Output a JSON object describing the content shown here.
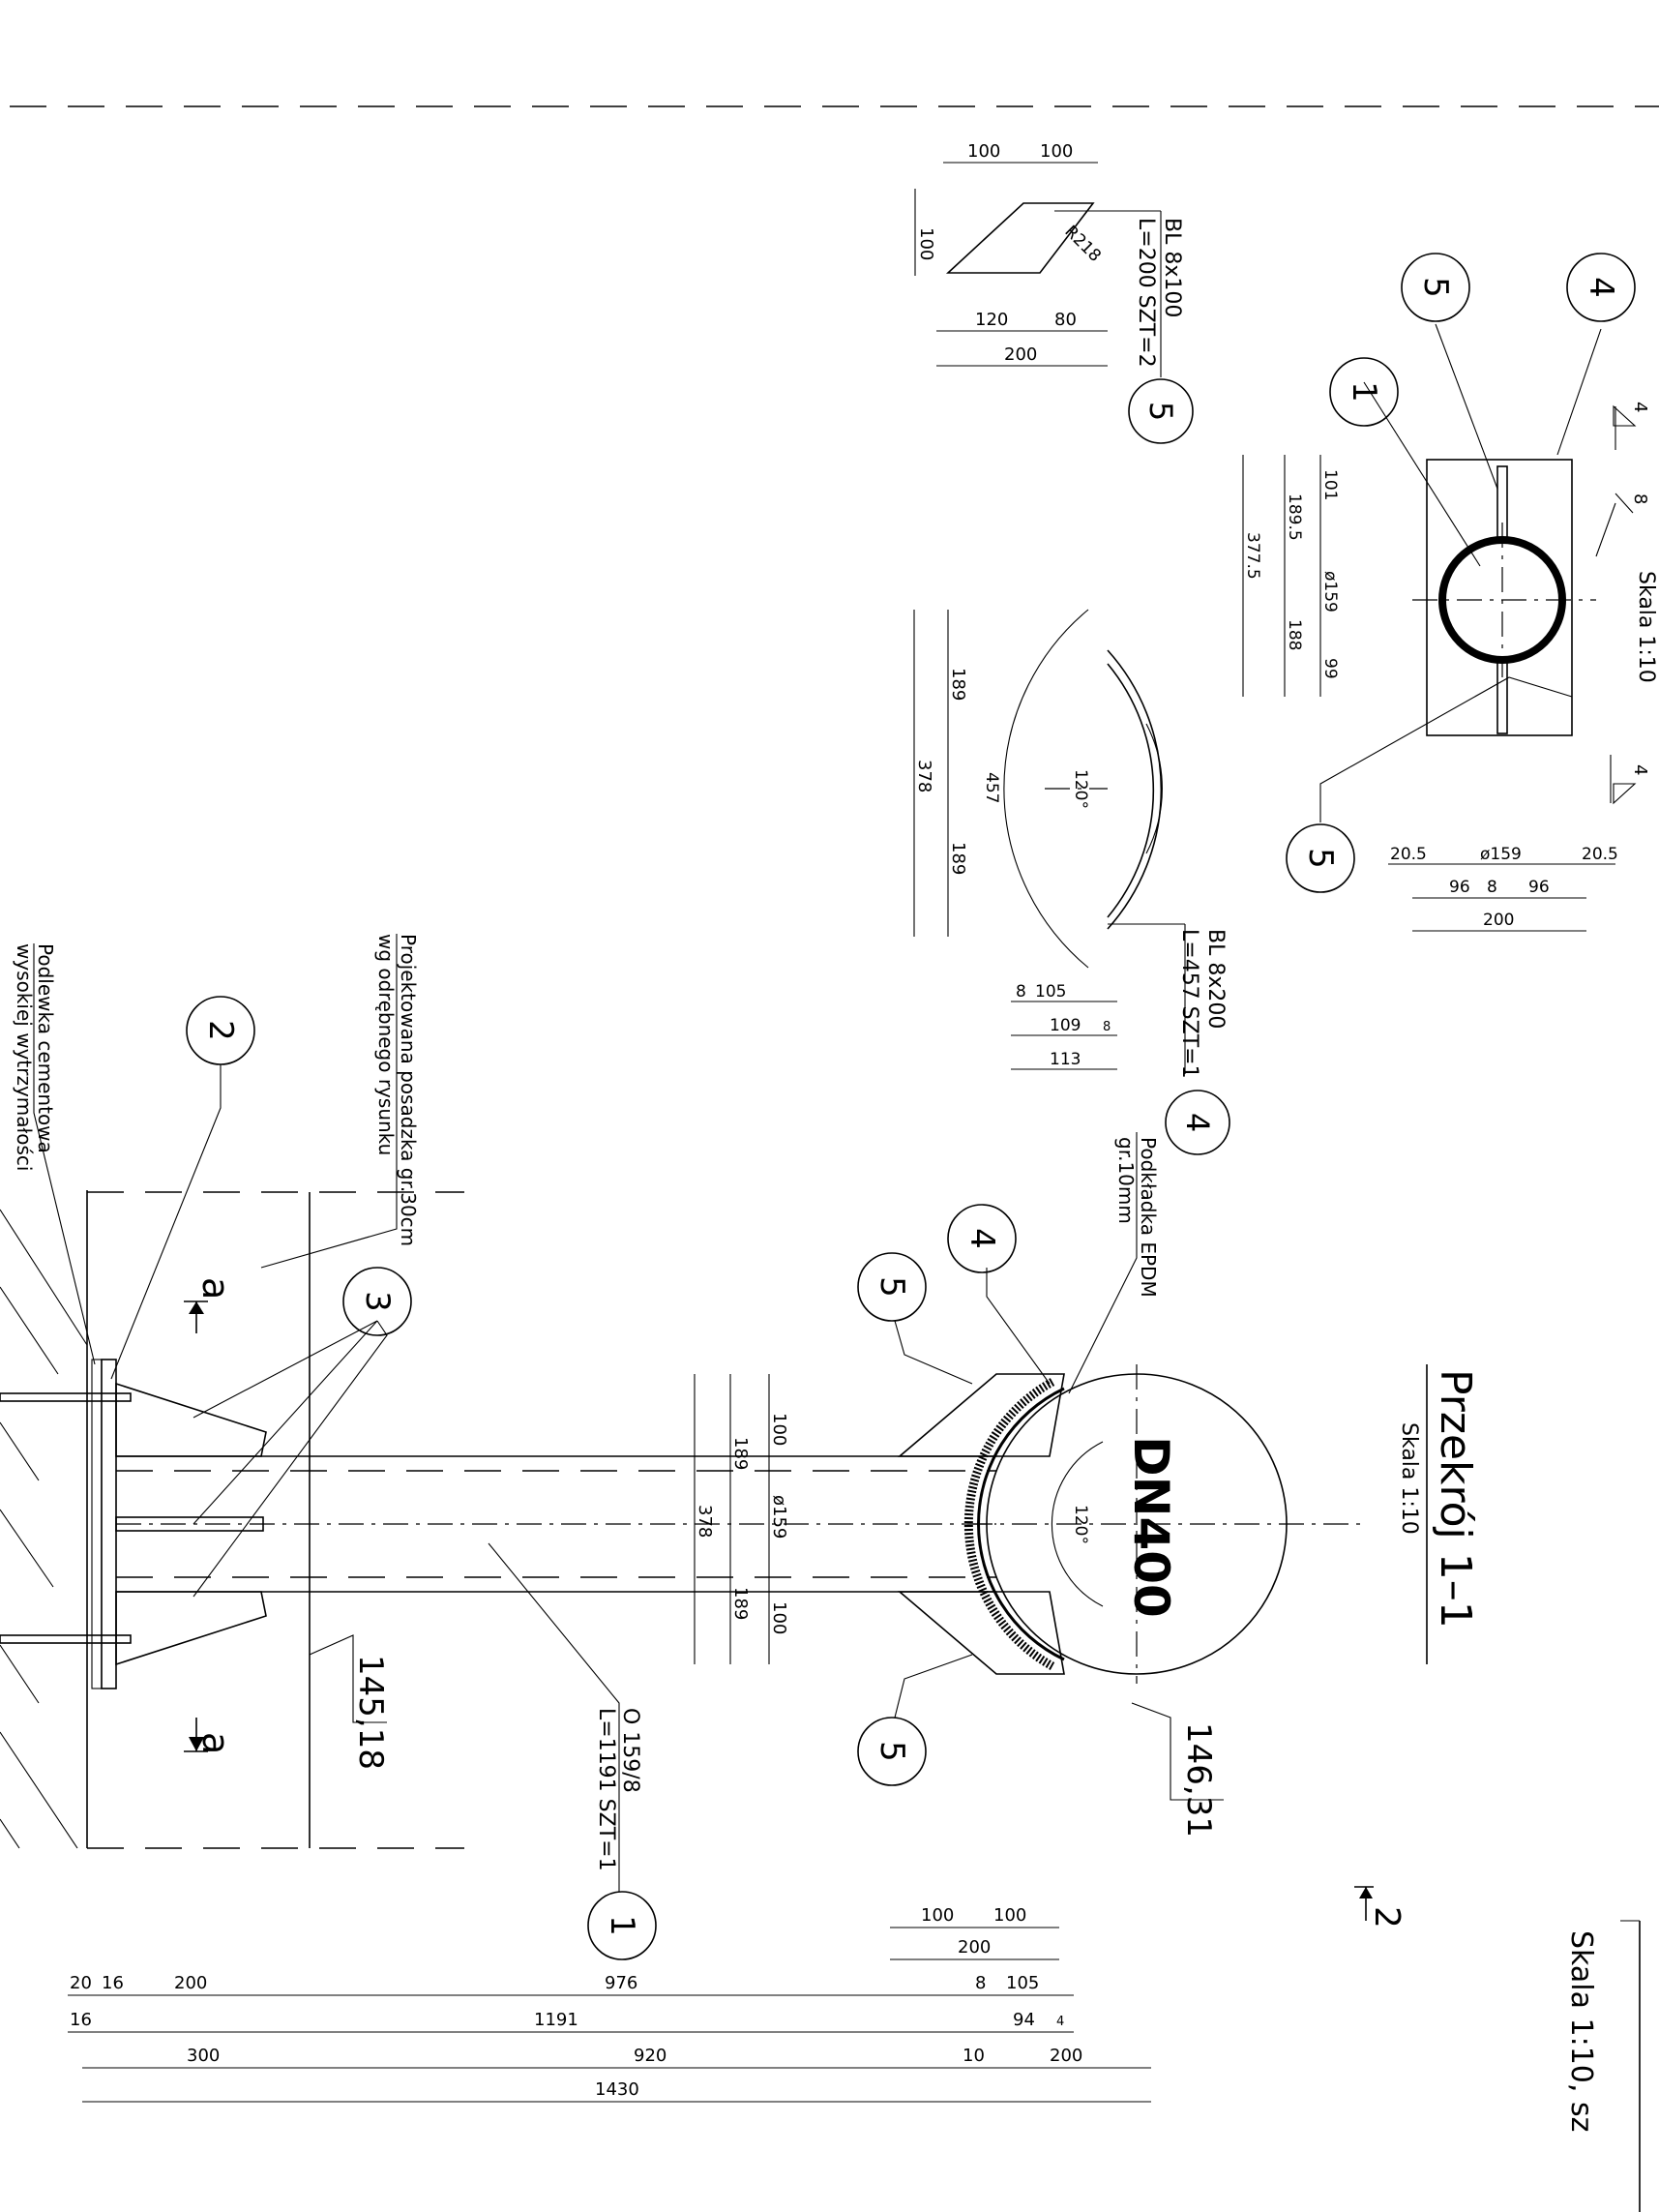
{
  "title": {
    "section": "Przekrój 1–1",
    "section_scale": "Skala 1:10",
    "plan_scale": "Skala 1:10",
    "bottom_scale": "Skala 1:10, sz"
  },
  "pipe_label": "DN400",
  "elevations": {
    "top": "146,31",
    "bottom": "145,18"
  },
  "section_marks": {
    "a": "a",
    "two": "2"
  },
  "notes": {
    "floor_line1": "Projektowana posadzka gr.30cm",
    "floor_line2": "wg odrębnego rysunku",
    "grout_line1": "Podlewka cementowa",
    "grout_line2": "wysokiej wytrzymałości",
    "pad_line1": "Podkładka EPDM",
    "pad_line2": "gr.10mm"
  },
  "parts": {
    "p1": {
      "number": "1",
      "spec": "O 159/8",
      "qty": "L=1191 SZT=1"
    },
    "p2": {
      "number": "2"
    },
    "p3": {
      "number": "3"
    },
    "p4": {
      "number": "4",
      "spec": "BL 8x200",
      "qty": "L=457 SZT=1"
    },
    "p5": {
      "number": "5",
      "spec": "BL 8x100",
      "qty": "L=200 SZT=2"
    }
  },
  "welds": {
    "w1": "4",
    "w2": "8",
    "w3": "4"
  },
  "dims": {
    "column": [
      "100",
      "189",
      "ø159",
      "189",
      "100",
      "378"
    ],
    "angle": "120°",
    "plate4": [
      "189",
      "189",
      "378",
      "457",
      "120°",
      "8",
      "105",
      "109",
      "8",
      "113"
    ],
    "plate5": [
      "100",
      "100",
      "100",
      "R218",
      "120",
      "80",
      "200"
    ],
    "plan": [
      "101",
      "ø159",
      "99",
      "189.5",
      "188",
      "377.5",
      "20.5",
      "ø159",
      "20.5",
      "96",
      "8",
      "96",
      "200"
    ],
    "bottom": [
      "100",
      "100",
      "200",
      "20",
      "16",
      "200",
      "976",
      "8",
      "105",
      "16",
      "1191",
      "94",
      "4",
      "300",
      "920",
      "10",
      "200",
      "1430"
    ]
  }
}
